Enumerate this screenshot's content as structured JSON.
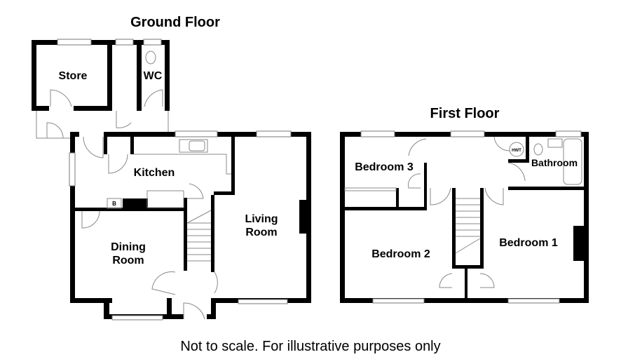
{
  "titles": {
    "ground_floor": "Ground Floor",
    "first_floor": "First Floor"
  },
  "ground_rooms": {
    "store": "Store",
    "wc": "WC",
    "kitchen": "Kitchen",
    "dining_1": "Dining",
    "dining_2": "Room",
    "living_1": "Living",
    "living_2": "Room",
    "boiler": "B"
  },
  "first_rooms": {
    "bedroom1": "Bedroom 1",
    "bedroom2": "Bedroom 2",
    "bedroom3": "Bedroom 3",
    "bathroom": "Bathroom",
    "hwt": "HWT"
  },
  "footer": "Not to scale. For illustrative purposes only"
}
